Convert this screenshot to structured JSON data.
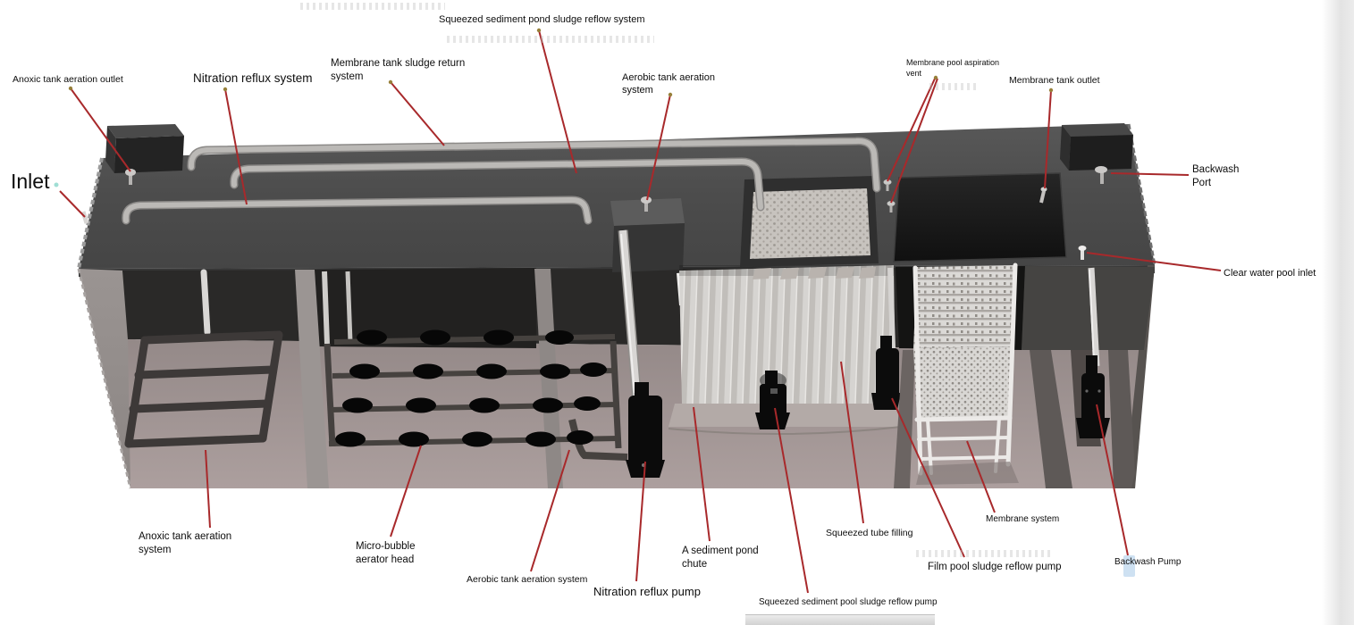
{
  "figure": {
    "type": "containerized-wastewater-treatment-equipment-diagram",
    "colors": {
      "leader_line": "#a8292b",
      "leader_tip": "#97803a",
      "deck": "#4d4d4d",
      "interior_wall": "#262524",
      "floor": "#a29695",
      "membrane_lid": "#1c1c1c",
      "pond_pleat_light": "#d6d4d1",
      "pond_pleat_dark": "#c1beba",
      "pump_black": "#0b0b0b",
      "pipe_light": "#c4c2bf",
      "label_text": "#0d0d0d",
      "background": "#ffffff"
    },
    "labels": {
      "squeezed_reflow_system": {
        "text": "Squeezed sediment pond sludge reflow system"
      },
      "anoxic_aeration_outlet": {
        "text": "Anoxic tank aeration outlet"
      },
      "nitration_reflux_system": {
        "text": "Nitration reflux system"
      },
      "membrane_sludge_return": {
        "text": "Membrane tank sludge return\nsystem"
      },
      "aerobic_aeration_top": {
        "text": "Aerobic tank aeration\nsystem"
      },
      "membrane_aspiration_vent": {
        "text": "Membrane pool aspiration\nvent"
      },
      "membrane_tank_outlet": {
        "text": "Membrane tank outlet"
      },
      "inlet": {
        "text": "Inlet"
      },
      "backwash_port": {
        "text": "Backwash\nPort"
      },
      "clear_water_pool_inlet": {
        "text": "Clear water pool inlet"
      },
      "anoxic_aeration_system": {
        "text": "Anoxic tank aeration\nsystem"
      },
      "micro_bubble_head": {
        "text": "Micro-bubble\naerator head"
      },
      "aerobic_aeration_bottom": {
        "text": "Aerobic tank aeration system"
      },
      "nitration_reflux_pump": {
        "text": "Nitration  reflux pump"
      },
      "sediment_pond_chute": {
        "text": "A sediment pond\nchute"
      },
      "squeezed_tube_filling": {
        "text": "Squeezed tube filling"
      },
      "squeezed_pool_reflow_pump": {
        "text": "Squeezed sediment pool sludge reflow pump"
      },
      "film_pool_reflow_pump": {
        "text": "Film pool sludge reflow pump"
      },
      "membrane_system": {
        "text": "Membrane system"
      },
      "backwash_pump": {
        "text": "Backwash Pump"
      }
    }
  }
}
